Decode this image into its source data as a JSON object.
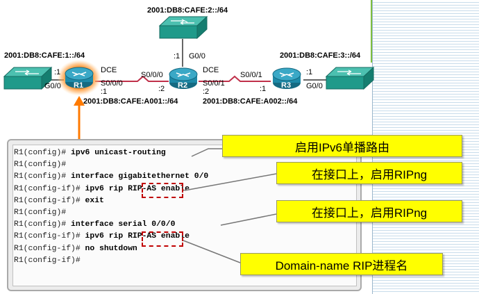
{
  "topology": {
    "networks": {
      "lan_r1": "2001:DB8:CAFE:1::/64",
      "lan_r2": "2001:DB8:CAFE:2::/64",
      "lan_r3": "2001:DB8:CAFE:3::/64",
      "wan_r1_r2": "2001:DB8:CAFE:A001::/64",
      "wan_r2_r3": "2001:DB8:CAFE:A002::/64"
    },
    "routers": {
      "r1": "R1",
      "r2": "R2",
      "r3": "R3"
    },
    "labels": {
      "r1_lan_host": ":1",
      "r1_g0": "G0/0",
      "r1_dce": "DCE",
      "r1_s0": "S0/0/0",
      "r1_s0_host": ":1",
      "r2_s000": "S0/0/0",
      "r2_s000_host": ":2",
      "r2_lan_host": ":1",
      "r2_g0": "G0/0",
      "r2_dce": "DCE",
      "r2_s001": "S0/0/1",
      "r2_s001_host": ":2",
      "r3_s001": "S0/0/1",
      "r3_s001_host": ":1",
      "r3_lan_host": ":1",
      "r3_g0": "G0/0"
    },
    "colors": {
      "router_body": "#1e8aa8",
      "switch_body": "#1f9a8a",
      "serial_link": "#c0304a",
      "highlight_glow": "#ff7a00"
    }
  },
  "cli": {
    "lines": [
      {
        "prompt": "R1(config)# ",
        "cmd": "ipv6 unicast-routing"
      },
      {
        "prompt": "R1(config)#",
        "cmd": ""
      },
      {
        "prompt": "R1(config)# ",
        "cmd": "interface gigabitethernet 0/0"
      },
      {
        "prompt": "R1(config-if)# ",
        "cmd": "ipv6 rip RIP-AS enable"
      },
      {
        "prompt": "R1(config-if)# ",
        "cmd": "exit"
      },
      {
        "prompt": "R1(config)#",
        "cmd": ""
      },
      {
        "prompt": "R1(config)# ",
        "cmd": "interface serial 0/0/0"
      },
      {
        "prompt": "R1(config-if)# ",
        "cmd": "ipv6 rip RIP-AS enable"
      },
      {
        "prompt": "R1(config-if)# ",
        "cmd": "no shutdown"
      },
      {
        "prompt": "R1(config-if)#",
        "cmd": ""
      }
    ]
  },
  "callouts": {
    "enable_routing": "启用IPv6单播路由",
    "enable_on_interface_1": "在接口上，启用RIPng",
    "enable_on_interface_2": "在接口上，启用RIPng",
    "domain_name": "Domain-name RIP进程名"
  },
  "colors": {
    "callout_bg": "#ffff00",
    "dash_box": "#c00000",
    "pointer_arrow": "#ff7a00"
  }
}
